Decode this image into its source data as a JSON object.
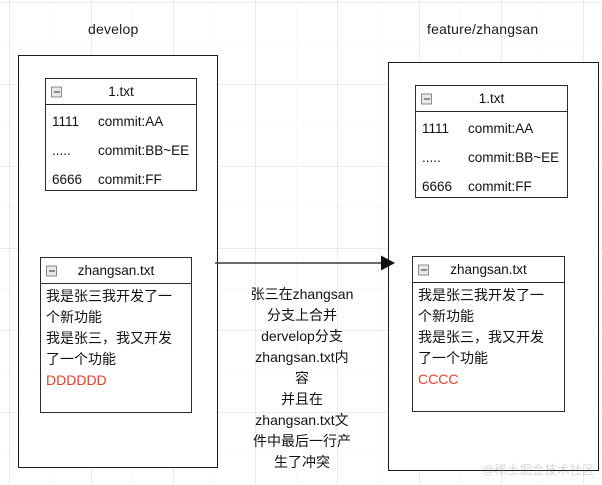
{
  "branches": {
    "left": {
      "title": "develop",
      "files": [
        {
          "name": "1.txt",
          "icon": "collapse-minus-icon",
          "rows": [
            {
              "left": "1111",
              "right": "commit:AA"
            },
            {
              "left": ".....",
              "right": "commit:BB~EE"
            },
            {
              "left": "6666",
              "right": "commit:FF"
            }
          ]
        },
        {
          "name": "zhangsan.txt",
          "icon": "collapse-minus-icon",
          "lines": [
            "我是张三我开发了一",
            "个新功能",
            "我是张三，我又开发",
            "了一个功能"
          ],
          "conflict_line": "DDDDDD"
        }
      ]
    },
    "right": {
      "title": "feature/zhangsan",
      "files": [
        {
          "name": "1.txt",
          "icon": "collapse-minus-icon",
          "rows": [
            {
              "left": "1111",
              "right": "commit:AA"
            },
            {
              "left": ".....",
              "right": "commit:BB~EE"
            },
            {
              "left": "6666",
              "right": "commit:FF"
            }
          ]
        },
        {
          "name": "zhangsan.txt",
          "icon": "collapse-minus-icon",
          "lines": [
            "我是张三我开发了一",
            "个新功能",
            "我是张三，我又开发",
            "了一个功能"
          ],
          "conflict_line": "CCCC"
        }
      ]
    }
  },
  "merge": {
    "arrow_icon": "right-arrow-icon",
    "caption_lines": [
      "张三在zhangsan",
      "分支上合并",
      "dervelop分支",
      "zhangsan.txt内",
      "容",
      "并且在",
      "zhangsan.txt文",
      "件中最后一行产",
      "生了冲突"
    ]
  },
  "watermark": "@稀土掘金技术社区",
  "colors": {
    "conflict_text": "#e8402a",
    "border": "#1b1b1b",
    "background": "#ffffff",
    "grid_line": "#ededed"
  }
}
